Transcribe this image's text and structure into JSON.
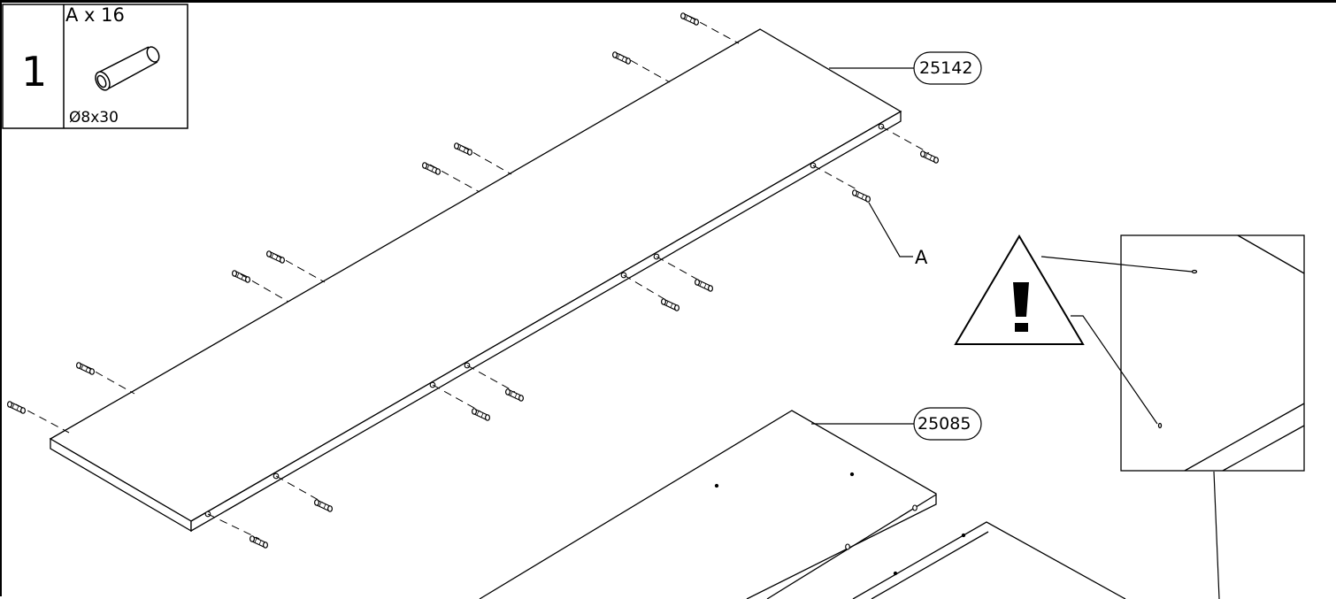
{
  "step": {
    "number": "1",
    "part_quantity": "A x 16",
    "part_dimensions": "Ø8x30"
  },
  "parts": {
    "top_panel_code": "25142",
    "middle_panel_code": "25085",
    "dowel_callout": "A"
  },
  "warning": {
    "symbol": "!",
    "icon": "warning-triangle-icon"
  }
}
